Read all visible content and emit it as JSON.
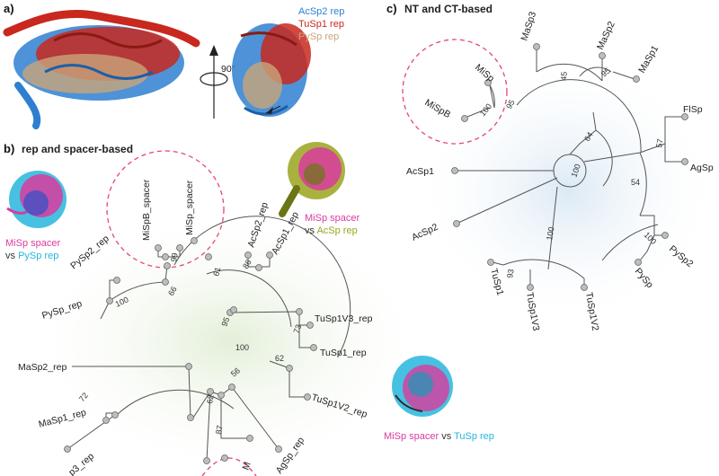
{
  "panels": {
    "a": {
      "label": "a)"
    },
    "b": {
      "label": "b)",
      "title": "rep and spacer-based"
    },
    "c": {
      "label": "c)",
      "title": "NT and CT-based"
    }
  },
  "rotation": {
    "text": "90°"
  },
  "legend_a": [
    {
      "text": "AcSp2 rep",
      "color": "#2f7fd0"
    },
    {
      "text": "TuSp1 rep",
      "color": "#c8281e"
    },
    {
      "text": "PySp rep",
      "color": "#c9a57a"
    }
  ],
  "legend_b_left": {
    "parts": [
      {
        "text": "MiSp spacer",
        "color": "#d93b9e"
      },
      {
        "text": "vs ",
        "color": "#333333"
      },
      {
        "text": "PySp rep",
        "color": "#27b6dc"
      }
    ]
  },
  "legend_b_right": {
    "parts": [
      {
        "text": "MiSp spacer",
        "color": "#d93b9e"
      },
      {
        "text": "vs ",
        "color": "#333333"
      },
      {
        "text": "AcSp rep",
        "color": "#9aa51c"
      }
    ]
  },
  "legend_c": {
    "parts": [
      {
        "text": "MiSp spacer",
        "color": "#d93b9e"
      },
      {
        "text": " vs ",
        "color": "#333333"
      },
      {
        "text": "TuSp rep",
        "color": "#27b6dc"
      }
    ]
  },
  "tree_b": {
    "leaves": [
      "MiSpB_spacer",
      "MiSp_spacer",
      "AcSp2_rep",
      "AcSp1_rep",
      "PySp2_rep",
      "PySp_rep",
      "TuSp1V3_rep",
      "TuSp1_rep",
      "TuSp1V2_rep",
      "MaSp2_rep",
      "MaSp1_rep",
      "p3_rep",
      "AgSp_rep",
      "M"
    ],
    "bootstrap": [
      "99",
      "61",
      "86",
      "100",
      "66",
      "95",
      "73",
      "100",
      "62",
      "72",
      "62",
      "56",
      "87"
    ]
  },
  "tree_c": {
    "leaves": [
      "MiSp",
      "MiSpB",
      "MaSp3",
      "MaSp2",
      "MaSp1",
      "FlSp",
      "AgSp",
      "AcSp1",
      "AcSp2",
      "PySp2",
      "PySp",
      "TuSp1",
      "TuSp1V3",
      "TuSp1V2"
    ],
    "bootstrap": [
      "100",
      "95",
      "45",
      "95",
      "64",
      "100",
      "57",
      "54",
      "100",
      "100",
      "93"
    ]
  },
  "colors": {
    "accent_pink": "#e6466e",
    "blue": "#2f7fd0",
    "red": "#c8281e",
    "tan": "#c9a57a",
    "magenta": "#d93b9e",
    "cyan": "#27b6dc",
    "olive": "#9aa51c"
  }
}
